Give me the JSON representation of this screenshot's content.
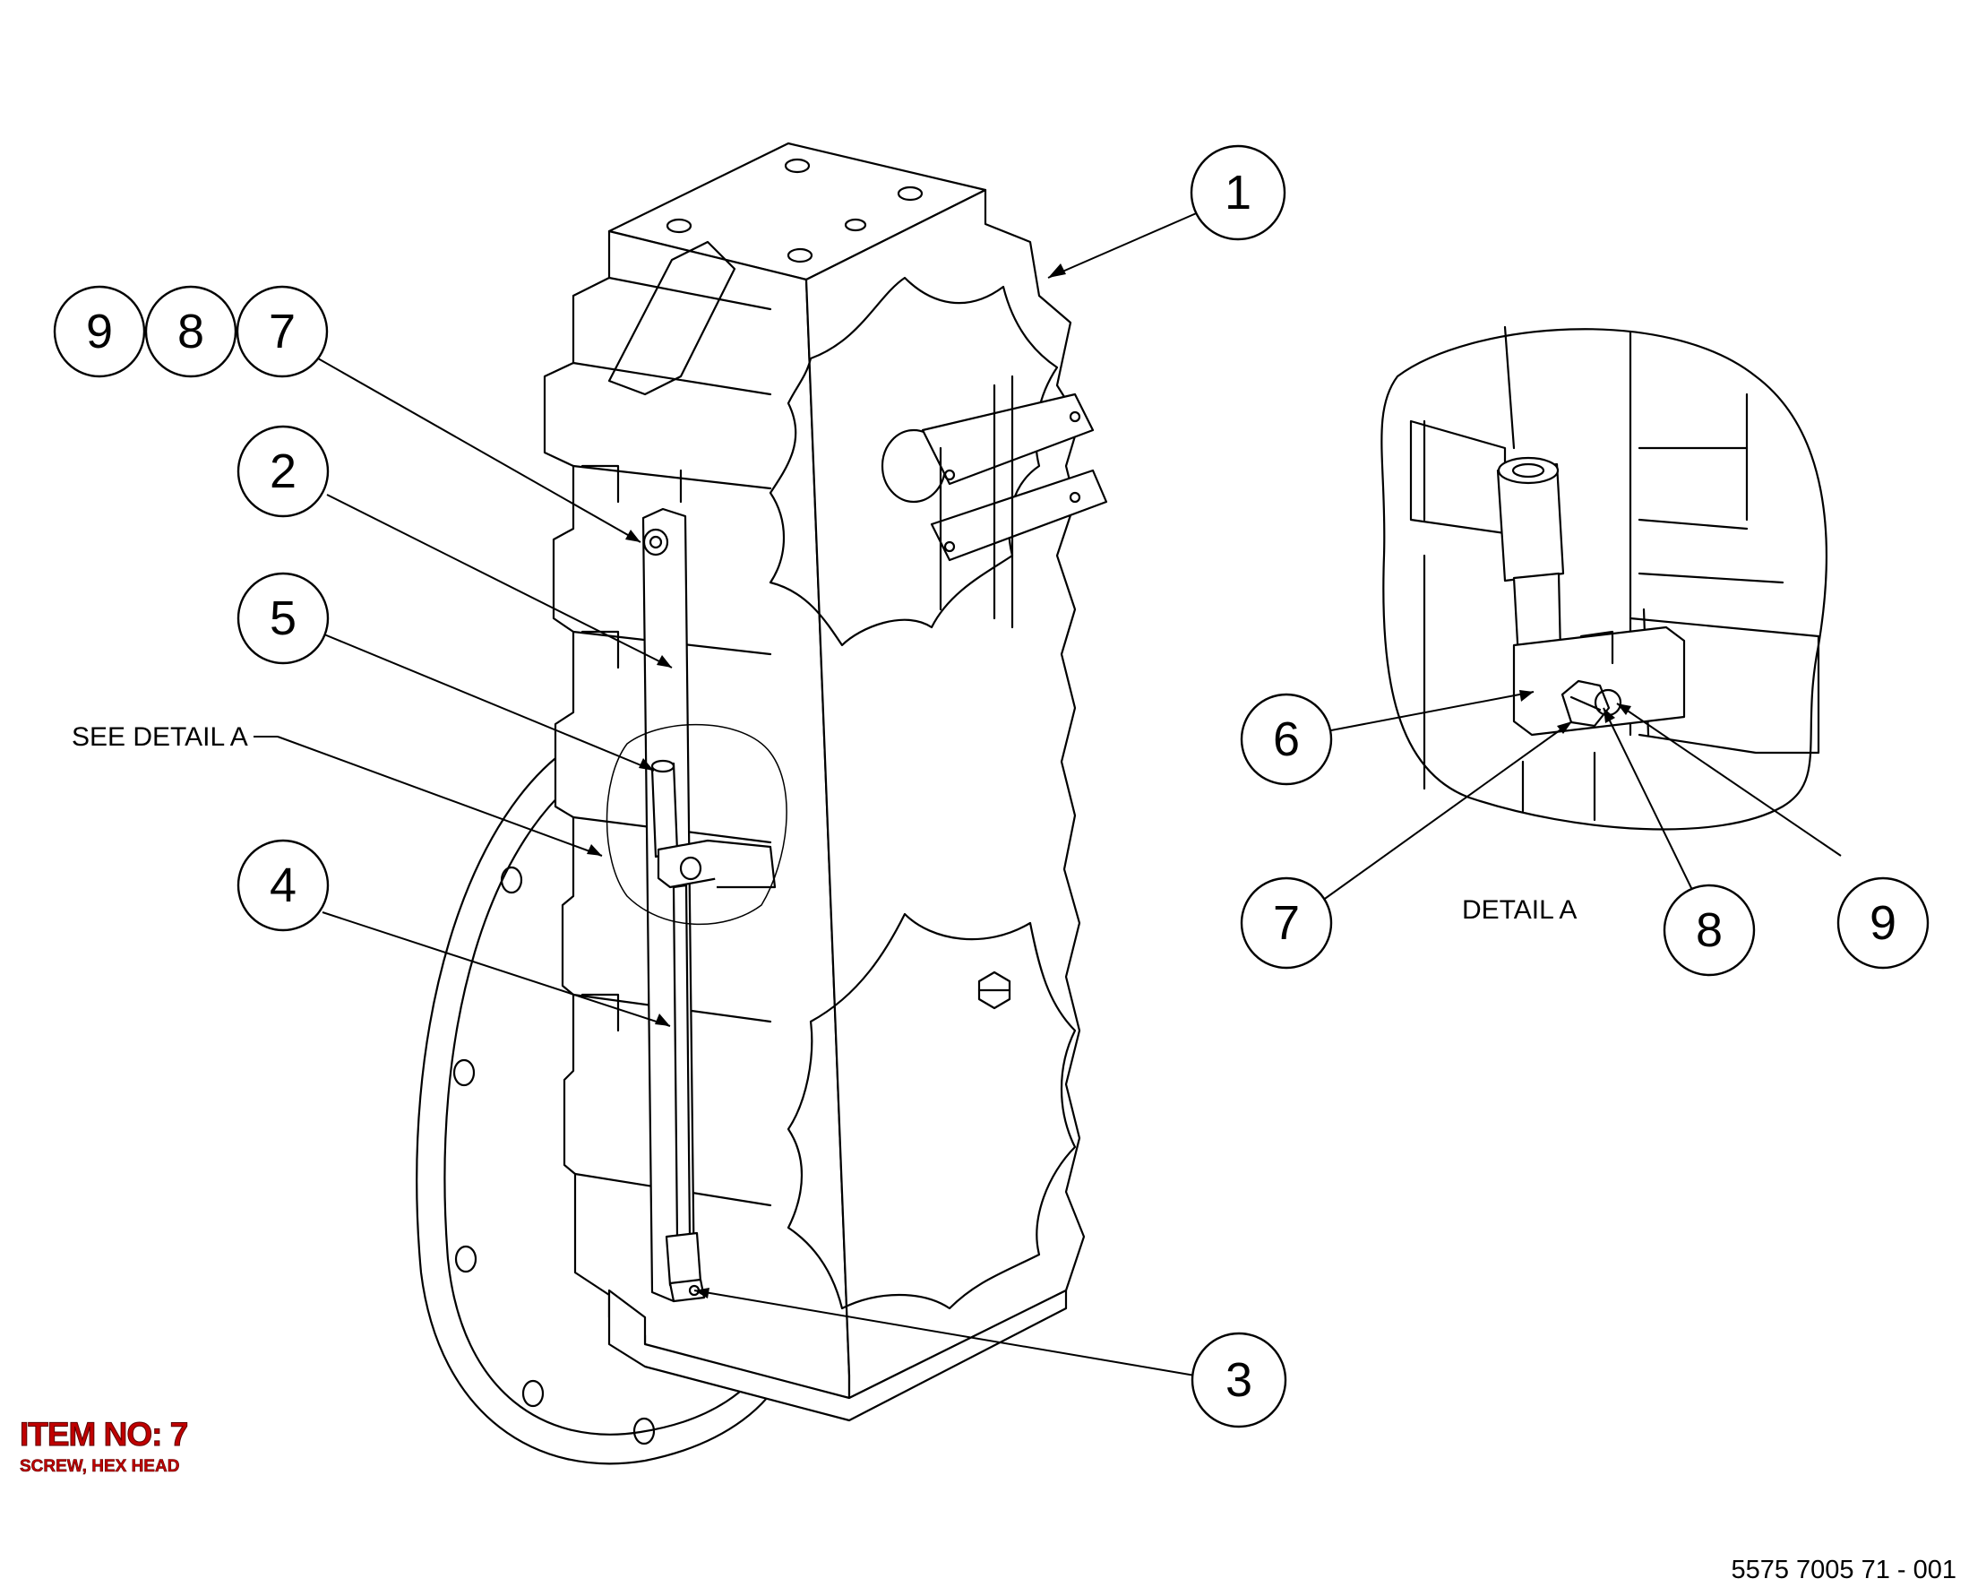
{
  "drawing": {
    "callouts": {
      "c1": "1",
      "c2": "2",
      "c3": "3",
      "c4": "4",
      "c5": "5",
      "c7": "7",
      "c8": "8",
      "c9": "9"
    },
    "see_detail_label": "SEE DETAIL  A",
    "detail": {
      "title": "DETAIL  A",
      "callouts": {
        "c6": "6",
        "c7": "7",
        "c8": "8",
        "c9": "9"
      }
    }
  },
  "item": {
    "heading": "ITEM NO: 7",
    "description": "SCREW, HEX HEAD",
    "color": "#c00000"
  },
  "drawing_number": "5575 7005 71 - 001"
}
